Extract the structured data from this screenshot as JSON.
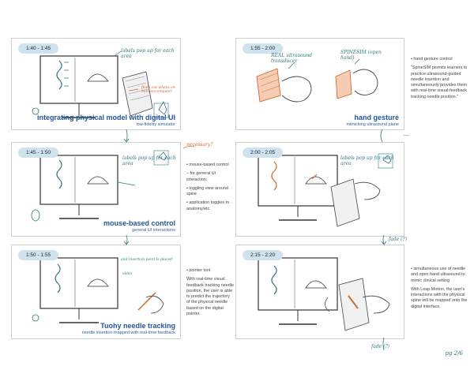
{
  "panels": [
    {
      "time": "1:40 - 1:45",
      "title": "integrating physical model with digital UI",
      "subtitle": "low-fidelity simulator",
      "scribble1": "labels pop up for each area",
      "scribble2": "finds out where on human/computer"
    },
    {
      "time": "1:45 - 1:50",
      "title": "mouse-based control",
      "subtitle": "general UI interactions",
      "scribble1": "labels pop up for each area"
    },
    {
      "time": "1:50 - 1:55",
      "title": "Tuohy needle tracking",
      "subtitle": "needle insertion mapped with real-time feedback",
      "scribble1": "and insertion point is placed",
      "scribble2": "video"
    },
    {
      "time": "1:55 - 2:00",
      "title": "hand gesture",
      "subtitle": "mimicking ultrasound plane",
      "scribble1": "REAL ultrasound transducer",
      "scribble2": "SPINESIM (open hand)"
    },
    {
      "time": "2:00 - 2:05",
      "title": "",
      "subtitle": "",
      "scribble1": "labels pop up for each area"
    },
    {
      "time": "2:15 - 2:20",
      "title": "",
      "subtitle": "",
      "scribble1": ""
    }
  ],
  "notes": {
    "hand_gesture": {
      "bullet": "• hand gesture control",
      "body": "\"SpineSIM permits learners to practice ultrasound-guided needle insertion and simultaneously provides them with real-time visual-feedback tracking needle position.\""
    },
    "mouse": {
      "bullet": "• mouse-based control",
      "items": [
        "– for general UI interaction:",
        "• toggling view around spine",
        "• application toggles to anatomy/etc"
      ],
      "scribble": "necessary?"
    },
    "pointer": {
      "bullet": "• pointer tool",
      "body": "With real-time visual feedback tracking needle position, the user is able to predict the trajectory of the physical needle based on the digital pointer."
    },
    "simultaneous": {
      "bullet": "• simultaneous use of needle and open hand ultrasound to mimic clinical setting",
      "body": "With Leap Motion, the user's interactions with the physical spine will be mapped onto the digital interface."
    }
  },
  "scribbles": {
    "fade1": "fade (?)",
    "fade2": "fade (?)",
    "page": "pg 2/6",
    "arrow_label": "----"
  },
  "colors": {
    "accent_blue": "#24559c",
    "time_tag": "#cfe3ee",
    "teal_ink": "#2e7a7a",
    "orange_ink": "#d06a2e"
  }
}
